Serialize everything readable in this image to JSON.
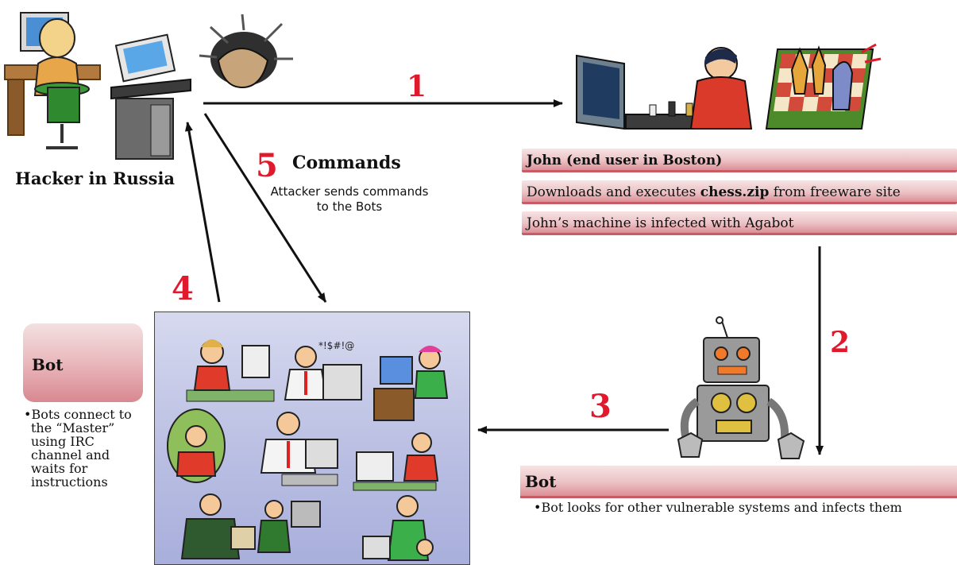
{
  "hacker": {
    "label": "Hacker in Russia"
  },
  "steps": {
    "n1": "1",
    "n2": "2",
    "n3": "3",
    "n4": "4",
    "n5": "5"
  },
  "commands": {
    "title": "Commands",
    "desc_line1": "Attacker sends commands",
    "desc_line2": "to the Bots"
  },
  "john": {
    "title": "John (end user in Boston)",
    "downloads_prefix": "Downloads and executes ",
    "downloads_file": "chess.zip",
    "downloads_suffix": " from freeware site",
    "infected": "John’s machine is infected with Agabot"
  },
  "left_bot": {
    "title": "Bot",
    "bullet": "•",
    "lines": [
      "Bots connect to",
      "the “Master”",
      "using IRC",
      "channel and",
      "waits for",
      "instructions"
    ]
  },
  "right_bot": {
    "title": "Bot",
    "desc": "•Bot looks for other vulnerable systems and infects them"
  },
  "colors": {
    "number_red": "#e0192d",
    "band_pink": "#ecc2c5",
    "panel_blue": "#b8bde2"
  }
}
